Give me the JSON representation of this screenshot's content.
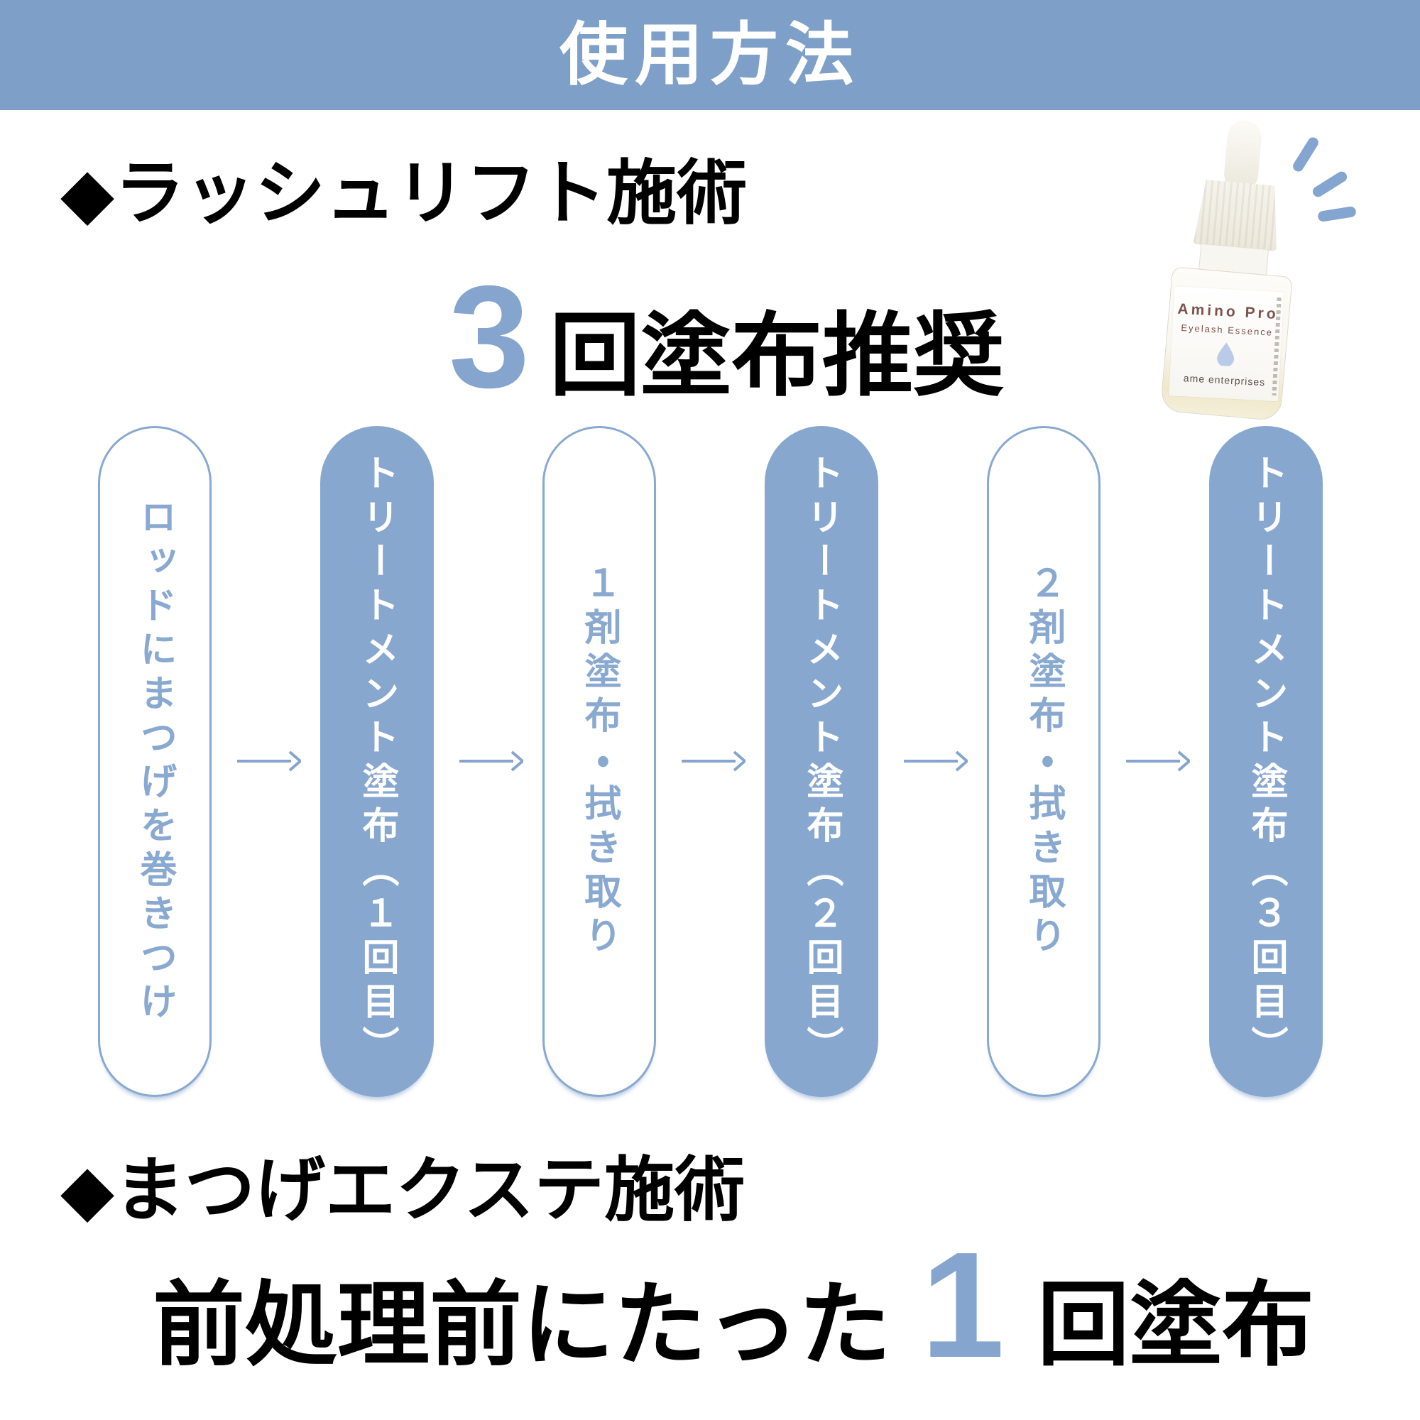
{
  "colors": {
    "banner_blue": "#7d9fc8",
    "pill_fill_blue": "#88a7cf",
    "pill_outline_blue": "#89a9d1",
    "accent_blue": "#85a4ce",
    "text_black": "#000000",
    "text_white": "#ffffff",
    "label_brown": "#7d534b",
    "droplet_blue": "#b9cbe9",
    "liquid_yellow": "#efe8cb"
  },
  "banner": {
    "title": "使用方法"
  },
  "section_lash_lift": {
    "heading": "◆ラッシュリフト施術",
    "big_number": "3",
    "big_text": "回塗布推奨"
  },
  "product": {
    "name": "Amino Pro",
    "subtitle": "Eyelash Essence",
    "maker": "ame enterprises",
    "droplet_icon": "water-droplet",
    "sparkle_icon": "sparkle-lines"
  },
  "flow": {
    "arrow_icon": "right-arrow",
    "steps": [
      {
        "label": "ロッドにまつげを巻きつけ",
        "style": "outline"
      },
      {
        "label": "トリートメント塗布（１回目）",
        "style": "filled"
      },
      {
        "label": "１剤塗布・拭き取り",
        "style": "outline"
      },
      {
        "label": "トリートメント塗布（２回目）",
        "style": "filled"
      },
      {
        "label": "２剤塗布・拭き取り",
        "style": "outline"
      },
      {
        "label": "トリートメント塗布（３回目）",
        "style": "filled"
      }
    ]
  },
  "section_extension": {
    "heading": "◆まつげエクステ施術",
    "line_prefix": "前処理前にたった",
    "big_number": "1",
    "line_suffix": "回塗布"
  }
}
